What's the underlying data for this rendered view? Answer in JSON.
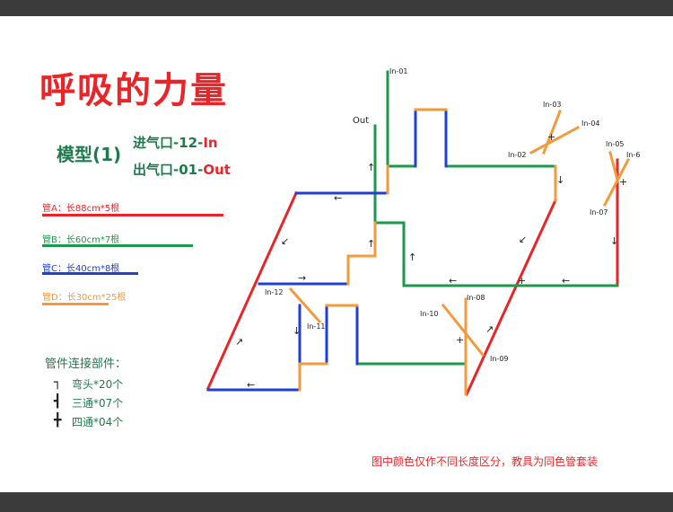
{
  "title": "呼吸的力量",
  "model": "模型(1)",
  "inlet": {
    "prefix": "进气口-12-",
    "suffix": "In"
  },
  "outlet": {
    "prefix": "出气口-01-",
    "suffix": "Out"
  },
  "pipes": [
    {
      "label": "管A：长88cm*5根",
      "color": "#e8262a"
    },
    {
      "label": "管B：长60cm*7根",
      "color": "#1a9a4a"
    },
    {
      "label": "管C：长40cm*8根",
      "color": "#1f3fd6"
    },
    {
      "label": "管D：长30cm*25根",
      "color": "#f39a3c"
    }
  ],
  "parts": {
    "title": "管件连接部件：",
    "items": [
      {
        "symbol": "┐",
        "label": "弯头*20个"
      },
      {
        "symbol": "┫",
        "label": "三通*07个"
      },
      {
        "symbol": "╋",
        "label": "四通*04个"
      }
    ]
  },
  "ports": {
    "in01": "In-01",
    "out": "Out",
    "in02": "In-02",
    "in03": "In-03",
    "in04": "In-04",
    "in05": "In-05",
    "in6": "In-6",
    "in07": "In-07",
    "in08": "In-08",
    "in09": "In-09",
    "in10": "In-10",
    "in11": "In-11",
    "in12": "In-12"
  },
  "footnote": "图中颜色仅作不同长度区分，教具为同色管套装"
}
